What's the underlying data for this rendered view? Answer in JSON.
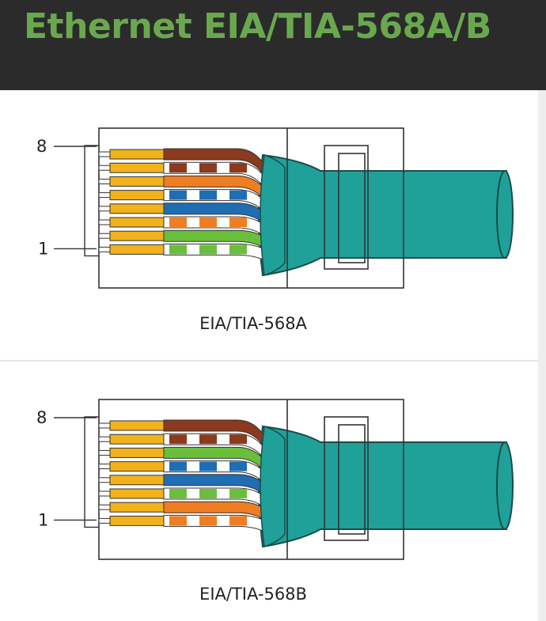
{
  "header": {
    "title": "Ethernet EIA/TIA-568A/B"
  },
  "diagrams": [
    {
      "caption": "EIA/TIA-568A",
      "pin_labels": {
        "top": "8",
        "bottom": "1"
      },
      "wires_from_pin8_to_pin1": [
        {
          "solid": "#8b3a1e",
          "stripe": null
        },
        {
          "solid": "#ffffff",
          "stripe": "#8b3a1e"
        },
        {
          "solid": "#ef7d22",
          "stripe": null
        },
        {
          "solid": "#ffffff",
          "stripe": "#1f6eb3"
        },
        {
          "solid": "#1f6eb3",
          "stripe": null
        },
        {
          "solid": "#ffffff",
          "stripe": "#ef7d22"
        },
        {
          "solid": "#6abf3a",
          "stripe": null
        },
        {
          "solid": "#ffffff",
          "stripe": "#6abf3a"
        }
      ]
    },
    {
      "caption": "EIA/TIA-568B",
      "pin_labels": {
        "top": "8",
        "bottom": "1"
      },
      "wires_from_pin8_to_pin1": [
        {
          "solid": "#8b3a1e",
          "stripe": null
        },
        {
          "solid": "#ffffff",
          "stripe": "#8b3a1e"
        },
        {
          "solid": "#6abf3a",
          "stripe": null
        },
        {
          "solid": "#ffffff",
          "stripe": "#1f6eb3"
        },
        {
          "solid": "#1f6eb3",
          "stripe": null
        },
        {
          "solid": "#ffffff",
          "stripe": "#6abf3a"
        },
        {
          "solid": "#ef7d22",
          "stripe": null
        },
        {
          "solid": "#ffffff",
          "stripe": "#ef7d22"
        }
      ]
    }
  ],
  "colors": {
    "header_bg": "#2b2b2b",
    "title": "#6aa84f",
    "cable": "#1fa19a",
    "cable_outline": "#1a4d4a",
    "contact_gold": "#f2b21b"
  }
}
